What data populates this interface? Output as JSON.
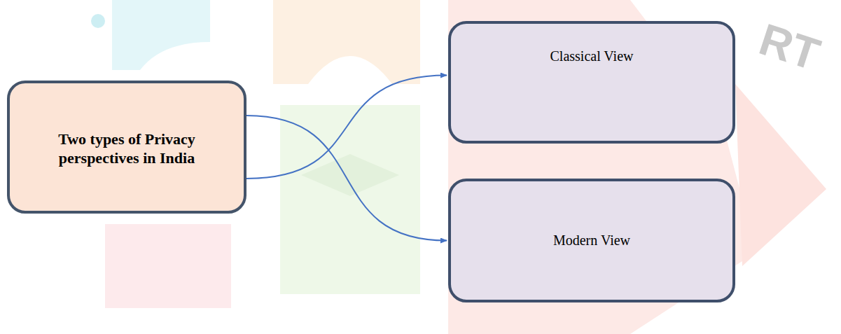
{
  "diagram": {
    "nodes": [
      {
        "text": [
          "Two types of Privacy perspectives in India"
        ]
      },
      {
        "text": [
          "Classical View"
        ]
      },
      {
        "text": [
          "Modern View"
        ]
      }
    ],
    "edges": [
      {
        "from": 0,
        "to": 1,
        "arrow": "to"
      },
      {
        "from": 0,
        "to": 2,
        "arrow": "to"
      }
    ],
    "labels": [
      "RT"
    ]
  }
}
